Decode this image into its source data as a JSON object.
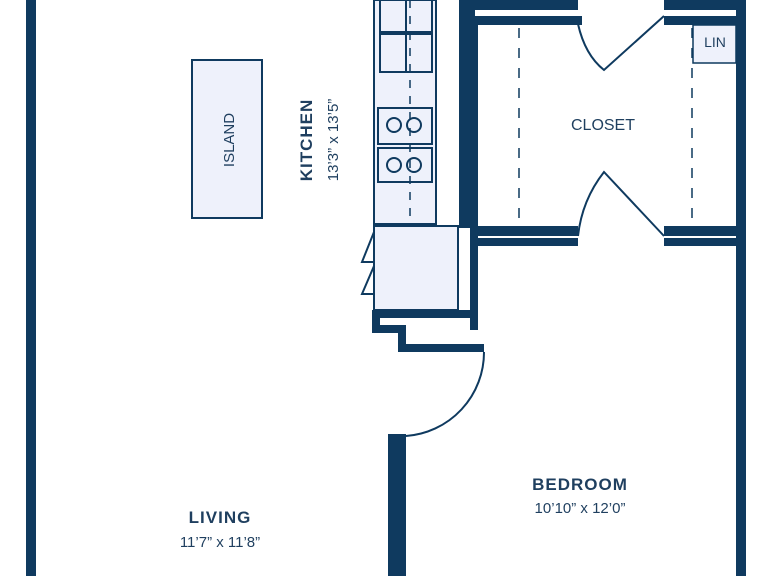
{
  "rooms": {
    "kitchen": {
      "name": "KITCHEN",
      "dims": "13’3” x 13’5”"
    },
    "living": {
      "name": "LIVING",
      "dims": "11’7” x 11’8”"
    },
    "bedroom": {
      "name": "BEDROOM",
      "dims": "10’10” x 12’0”"
    },
    "closet": {
      "name": "CLOSET"
    },
    "island": {
      "name": "ISLAND"
    },
    "linen": {
      "name": "LIN"
    }
  },
  "colors": {
    "wall": "#0f3a5f",
    "fixture_fill": "#eef1fb",
    "label": "#1f3f5f"
  }
}
